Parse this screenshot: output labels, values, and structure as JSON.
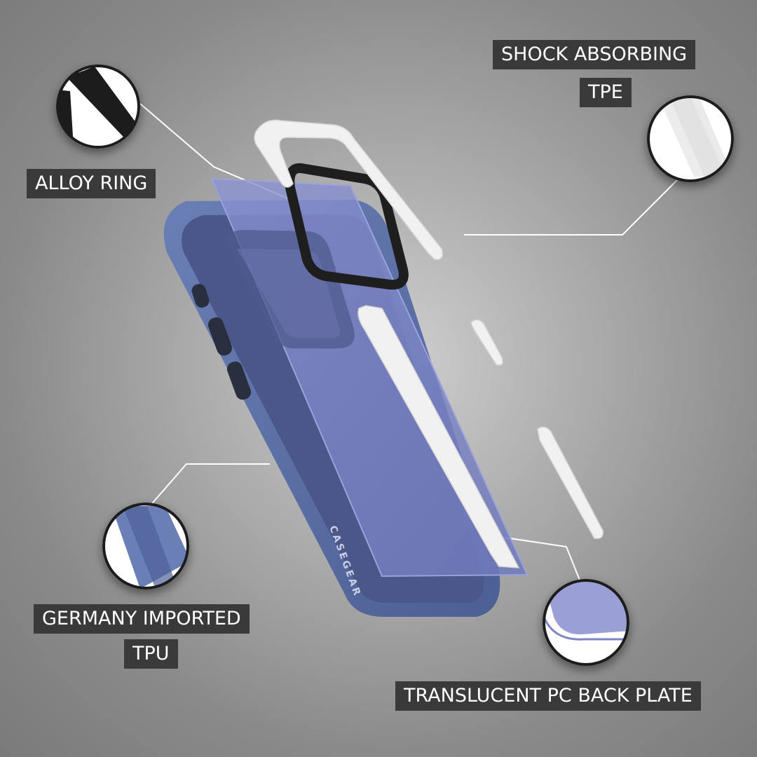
{
  "labels": {
    "shock_line1": "SHOCK ABSORBING",
    "shock_line2": "TPE",
    "alloy": "ALLOY RING",
    "tpu_line1": "GERMANY IMPORTED",
    "tpu_line2": "TPU",
    "pc": "TRANSLUCENT PC BACK PLATE"
  },
  "product": {
    "brand": "CASEGEAR"
  },
  "colors": {
    "label_bg": "#3a3a3a",
    "label_text": "#ffffff",
    "case_blue": "#5a6fa6",
    "plate_blue": "#7d87c4",
    "tpe_white": "#f2f2f2",
    "ring_black": "#1e1e1e"
  },
  "icons": [
    "zoom-circle-alloy",
    "zoom-circle-tpe",
    "zoom-circle-tpu",
    "zoom-circle-pc"
  ]
}
